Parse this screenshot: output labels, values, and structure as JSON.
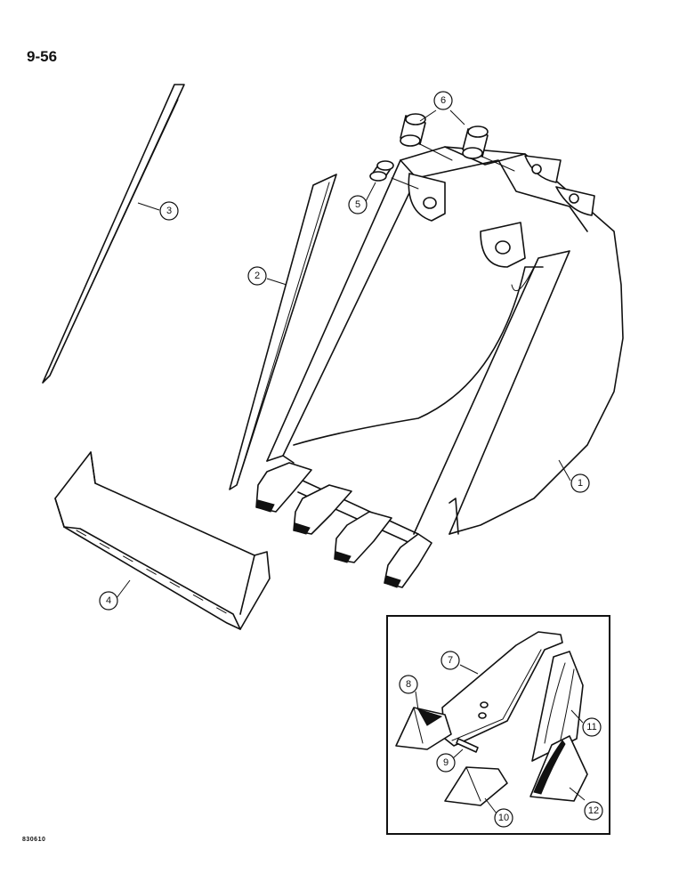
{
  "page": {
    "number": "9-56",
    "drawing_code": "830610"
  },
  "callouts": [
    "1",
    "2",
    "3",
    "4",
    "5",
    "6",
    "7",
    "8",
    "9",
    "10",
    "11",
    "12"
  ],
  "parts": [
    {
      "id": "bucket",
      "label": "1"
    },
    {
      "id": "wear-strip-short",
      "label": "2"
    },
    {
      "id": "wear-strip-long",
      "label": "3"
    },
    {
      "id": "cutting-edge",
      "label": "4"
    },
    {
      "id": "bushing-small",
      "label": "5"
    },
    {
      "id": "bushings-pair",
      "label": "6"
    },
    {
      "id": "tooth-adapter",
      "label": "7"
    },
    {
      "id": "tooth-tip-a",
      "label": "8"
    },
    {
      "id": "retaining-pin",
      "label": "9"
    },
    {
      "id": "tooth-tip-b",
      "label": "10"
    },
    {
      "id": "tooth-tip-c",
      "label": "11"
    },
    {
      "id": "tooth-tip-d",
      "label": "12"
    }
  ]
}
